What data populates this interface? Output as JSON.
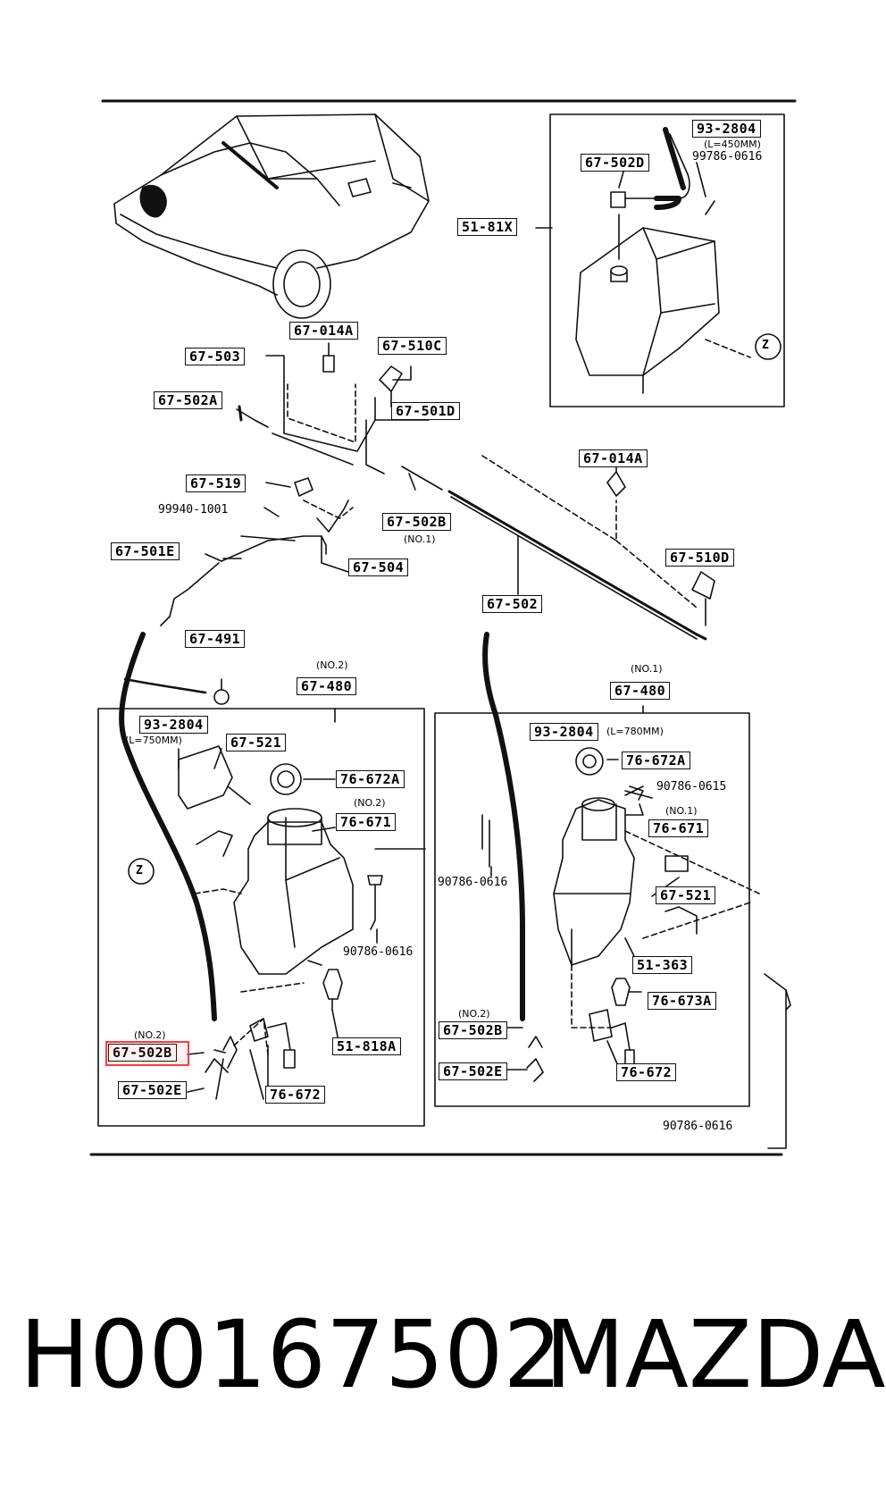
{
  "labels": {
    "p93_2804_top": "93-2804",
    "l450": "(L=450MM)",
    "p99786": "99786-0616",
    "p67_502D": "67-502D",
    "p51_81X": "51-81X",
    "z_top": "Z",
    "p67_014A_a": "67-014A",
    "p67_510C": "67-510C",
    "p67_503": "67-503",
    "p67_502A": "67-502A",
    "p67_501D": "67-501D",
    "p67_014A_b": "67-014A",
    "p67_519": "67-519",
    "p99940": "99940-1001",
    "p67_502B_top": "67-502B",
    "no1_a": "(NO.1)",
    "p67_501E": "67-501E",
    "p67_504": "67-504",
    "p67_510D": "67-510D",
    "p67_502": "67-502",
    "p67_491": "67-491",
    "no2_a": "(NO.2)",
    "p67_480_L": "67-480",
    "no1_b": "(NO.1)",
    "p67_480_R": "67-480",
    "p93_2804_L": "93-2804",
    "l750": "(L=750MM)",
    "p67_521_L": "67-521",
    "p76_672A_L": "76-672A",
    "no2_b": "(NO.2)",
    "p76_671_L": "76-671",
    "z_left": "Z",
    "p90786_L": "90786-0616",
    "p51_818A": "51-818A",
    "no2_c": "(NO.2)",
    "p67_502B_L": "67-502B",
    "p67_502E_L": "67-502E",
    "p76_672_L": "76-672",
    "p93_2804_R": "93-2804",
    "l780": "(L=780MM)",
    "p76_672A_R": "76-672A",
    "p90786_R1": "90786-0615",
    "no1_c": "(NO.1)",
    "p76_671_R": "76-671",
    "p90786_R2": "90786-0616",
    "p67_521_R": "67-521",
    "p51_363": "51-363",
    "p76_673A": "76-673A",
    "no2_d": "(NO.2)",
    "p67_502B_R": "67-502B",
    "p67_502E_R": "67-502E",
    "p76_672_R": "76-672",
    "p90786_bottom": "90786-0616"
  },
  "footer": {
    "part_number": "H00167502",
    "brand": "MAZDA"
  },
  "colors": {
    "ink": "#111111",
    "highlight": "#ff3b3b",
    "background": "#ffffff"
  }
}
